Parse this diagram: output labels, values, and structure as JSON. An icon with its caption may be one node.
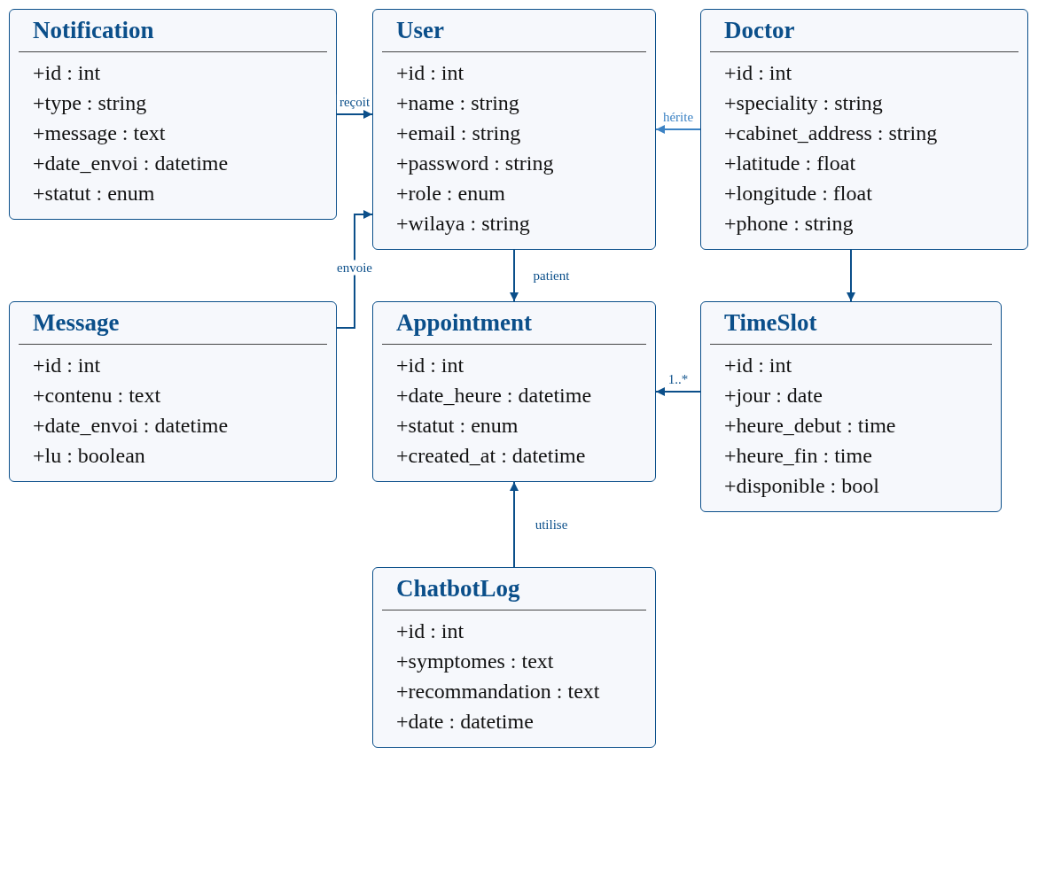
{
  "diagram": {
    "nodes": [
      {
        "text": [
          "Notification",
          "+id : int",
          "+type : string",
          "+message : text",
          "+date_envoi : datetime",
          "+statut : enum"
        ]
      },
      {
        "text": [
          "User",
          "+id : int",
          "+name : string",
          "+email : string",
          "+password : string",
          "+role : enum",
          "+wilaya : string"
        ]
      },
      {
        "text": [
          "Doctor",
          "+id : int",
          "+speciality : string",
          "+cabinet_address : string",
          "+latitude : float",
          "+longitude : float",
          "+phone : string"
        ]
      },
      {
        "text": [
          "Message",
          "+id : int",
          "+contenu : text",
          "+date_envoi : datetime",
          "+lu : boolean"
        ]
      },
      {
        "text": [
          "Appointment",
          "+id : int",
          "+date_heure : datetime",
          "+statut : enum",
          "+created_at : datetime"
        ]
      },
      {
        "text": [
          "TimeSlot",
          "+id : int",
          "+jour : date",
          "+heure_debut : time",
          "+heure_fin : time",
          "+disponible : bool"
        ]
      },
      {
        "text": [
          "ChatbotLog",
          "+id : int",
          "+symptomes : text",
          "+recommandation : text",
          "+date : datetime"
        ]
      }
    ],
    "edges": [
      {
        "from": 0,
        "to": 1,
        "arrow": "to",
        "label": "reçoit"
      },
      {
        "from": 3,
        "to": 1,
        "arrow": "to",
        "label": "envoie"
      },
      {
        "from": 2,
        "to": 1,
        "arrow": "to",
        "label": "hérite",
        "color": "#3b82c4"
      },
      {
        "from": 1,
        "to": 4,
        "arrow": "to",
        "label": "patient"
      },
      {
        "from": 6,
        "to": 4,
        "arrow": "to",
        "label": "utilise"
      },
      {
        "from": 2,
        "to": 5,
        "arrow": "to"
      },
      {
        "from": 5,
        "to": 4,
        "arrow": "to",
        "label": "1..*"
      }
    ]
  }
}
